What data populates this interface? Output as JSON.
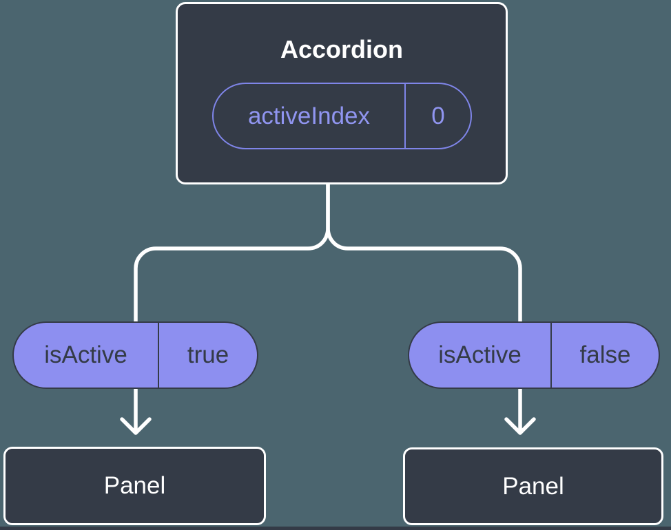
{
  "colors": {
    "background": "#4B656F",
    "node_fill": "#343B47",
    "node_border": "#FFFFFF",
    "connector": "#FFFFFF",
    "state_pill_accent": "#7F85E9",
    "state_pill_text": "#9095F0",
    "prop_pill_fill": "#8D8FF0",
    "prop_pill_text": "#343B47",
    "title_text": "#FFFFFF"
  },
  "diagram": {
    "root": {
      "title": "Accordion",
      "state": {
        "name": "activeIndex",
        "value": "0"
      }
    },
    "children": [
      {
        "prop": {
          "name": "isActive",
          "value": "true"
        },
        "node": "Panel"
      },
      {
        "prop": {
          "name": "isActive",
          "value": "false"
        },
        "node": "Panel"
      }
    ]
  }
}
